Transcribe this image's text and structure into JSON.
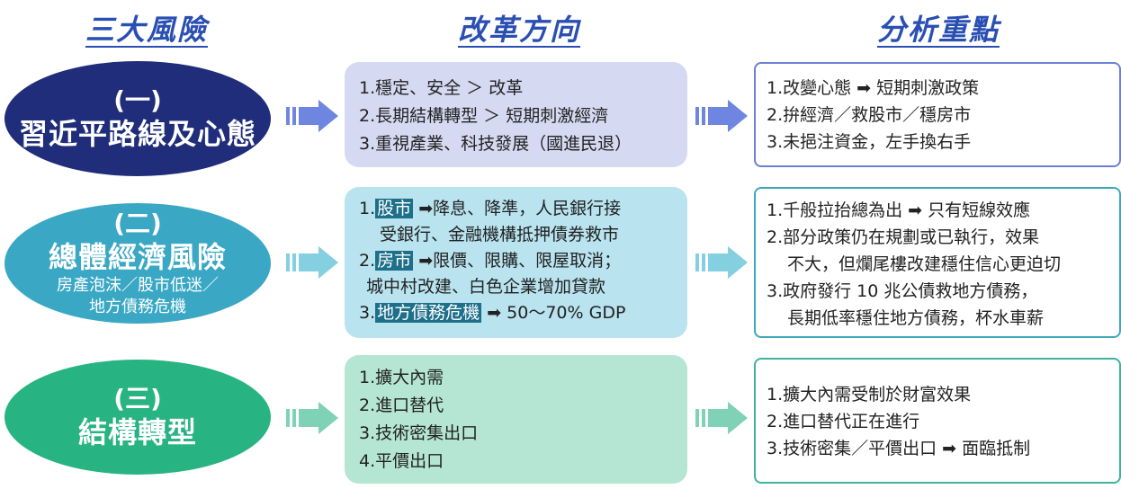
{
  "headers": [
    "三大風險",
    "改革方向",
    "分析重點"
  ],
  "rows": [
    {
      "risk": {
        "num": "(一)",
        "title": "習近平路線及心態",
        "sub": ""
      },
      "reform": [
        {
          "text": "1.穩定、安全 ＞ 改革"
        },
        {
          "text": "2.長期結構轉型 ＞ 短期刺激經濟"
        },
        {
          "text": "3.重視產業、科技發展（國進民退）"
        }
      ],
      "analysis": [
        {
          "text": "1.改變心態 ➡ 短期刺激政策"
        },
        {
          "text": "2.拚經濟／救股市／穩房市"
        },
        {
          "text": "3.未挹注資金，左手換右手"
        }
      ]
    },
    {
      "risk": {
        "num": "(二)",
        "title": "總體經濟風險",
        "sub1": "房產泡沫／股市低迷／",
        "sub2": "地方債務危機"
      },
      "reform": [
        {
          "prefix": "1.",
          "hl": "股市",
          "rest": " ➡降息、降準，人民銀行接",
          "cont": "受銀行、金融機構抵押債券救市"
        },
        {
          "prefix": "2.",
          "hl": "房市",
          "rest": " ➡限價、限購、限屋取消；",
          "cont": "城中村改建、白色企業增加貸款"
        },
        {
          "prefix": "3.",
          "hl": "地方債務危機",
          "rest": " ➡ 50～70% GDP"
        }
      ],
      "analysis": [
        {
          "text": "1.千般拉抬總為出 ➡ 只有短線效應"
        },
        {
          "text": "2.部分政策仍在規劃或已執行，效果"
        },
        {
          "text": "不大，但爛尾樓改建穩住信心更迫切"
        },
        {
          "text": "3.政府發行 10 兆公債救地方債務，"
        },
        {
          "text": "長期低率穩住地方債務，杯水車薪"
        }
      ]
    },
    {
      "risk": {
        "num": "(三)",
        "title": "結構轉型",
        "sub": ""
      },
      "reform": [
        {
          "text": "1.擴大內需"
        },
        {
          "text": "2.進口替代"
        },
        {
          "text": "3.技術密集出口"
        },
        {
          "text": "4.平價出口"
        }
      ],
      "analysis": [
        {
          "text": "1.擴大內需受制於財富效果"
        },
        {
          "text": "2.進口替代正在進行"
        },
        {
          "text": "3.技術密集／平價出口 ➡ 面臨抵制"
        }
      ]
    }
  ],
  "colors": {
    "header": "#2a4fb3",
    "row1_oval": "#1f2d7a",
    "row1_mid": "#d5daf2",
    "row1_border": "#6b7fd6",
    "row1_arrow": "#6f86e0",
    "row2_oval": "#3aa8c5",
    "row2_mid": "#b8e3ef",
    "row2_border": "#3fa7b8",
    "row2_arrow": "#84cfe0",
    "row3_oval": "#28b383",
    "row3_mid": "#b5e6d3",
    "row3_border": "#3fb39a",
    "row3_arrow": "#7fd2b5",
    "highlight": "#1d6f8a"
  }
}
